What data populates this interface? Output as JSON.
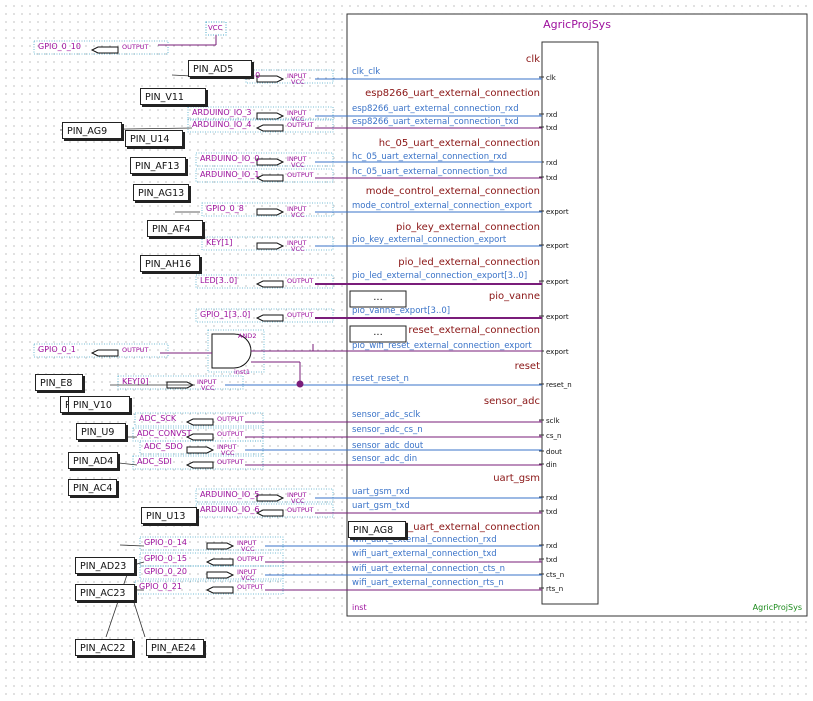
{
  "colors": {
    "wire_blue": "#3a73c8",
    "wire_purple": "#7a1d7a",
    "bus_purple": "#6a0a6a",
    "label_purple": "#9d109d",
    "port_red": "#8a1515",
    "green_text": "#1b8a1b",
    "dashed_box": "#4aa8c8"
  },
  "block": {
    "title": "AgricProjSys",
    "footer_left": "inst",
    "footer_right": "AgricProjSys"
  },
  "groups": [
    {
      "title": "clk",
      "signals": [
        {
          "label": "clk_clk",
          "port": "clk",
          "dir": "in"
        }
      ]
    },
    {
      "title": "esp8266_uart_external_connection",
      "signals": [
        {
          "label": "esp8266_uart_external_connection_rxd",
          "port": "rxd",
          "dir": "in"
        },
        {
          "label": "esp8266_uart_external_connection_txd",
          "port": "txd",
          "dir": "out"
        }
      ]
    },
    {
      "title": "hc_05_uart_external_connection",
      "signals": [
        {
          "label": "hc_05_uart_external_connection_rxd",
          "port": "rxd",
          "dir": "in"
        },
        {
          "label": "hc_05_uart_external_connection_txd",
          "port": "txd",
          "dir": "out"
        }
      ]
    },
    {
      "title": "mode_control_external_connection",
      "signals": [
        {
          "label": "mode_control_external_connection_export",
          "port": "export",
          "dir": "in"
        }
      ]
    },
    {
      "title": "pio_key_external_connection",
      "signals": [
        {
          "label": "pio_key_external_connection_export",
          "port": "export",
          "dir": "in"
        }
      ]
    },
    {
      "title": "pio_led_external_connection",
      "signals": [
        {
          "label": "pio_led_external_connection_export[3..0]",
          "port": "export",
          "dir": "bus"
        }
      ]
    },
    {
      "title": "pio_vanne",
      "signals": [
        {
          "label": "pio_vanne_export[3..0]",
          "port": "export",
          "dir": "bus"
        }
      ]
    },
    {
      "title": "reset_external_connection",
      "signals": [
        {
          "label": "pio_wifi_reset_external_connection_export",
          "port": "export",
          "dir": "out"
        }
      ]
    },
    {
      "title": "reset",
      "signals": [
        {
          "label": "reset_reset_n",
          "port": "reset_n",
          "dir": "in"
        }
      ]
    },
    {
      "title": "sensor_adc",
      "signals": [
        {
          "label": "sensor_adc_sclk",
          "port": "sclk",
          "dir": "out"
        },
        {
          "label": "sensor_adc_cs_n",
          "port": "cs_n",
          "dir": "out"
        },
        {
          "label": "sensor_adc_dout",
          "port": "dout",
          "dir": "in"
        },
        {
          "label": "sensor_adc_din",
          "port": "din",
          "dir": "out"
        }
      ]
    },
    {
      "title": "uart_gsm",
      "signals": [
        {
          "label": "uart_gsm_rxd",
          "port": "rxd",
          "dir": "in"
        },
        {
          "label": "uart_gsm_txd",
          "port": "txd",
          "dir": "out"
        }
      ]
    },
    {
      "title": "wifi_uart_external_connection",
      "signals": [
        {
          "label": "wifi_uart_external_connection_rxd",
          "port": "rxd",
          "dir": "in"
        },
        {
          "label": "wifi_uart_external_connection_txd",
          "port": "txd",
          "dir": "out"
        },
        {
          "label": "wifi_uart_external_connection_cts_n",
          "port": "cts_n",
          "dir": "in"
        },
        {
          "label": "wifi_uart_external_connection_rts_n",
          "port": "rts_n",
          "dir": "out"
        }
      ]
    }
  ],
  "io_pins": [
    {
      "name": "GPIO_0_10",
      "dir": "OUTPUT"
    },
    {
      "name": "50",
      "dir": "INPUT",
      "vcc": "VCC"
    },
    {
      "name": "ARDUINO_IO_3",
      "dir": "INPUT",
      "vcc": "VCC"
    },
    {
      "name": "ARDUINO_IO_4",
      "dir": "OUTPUT"
    },
    {
      "name": "ARDUINO_IO_0",
      "dir": "INPUT",
      "vcc": "VCC"
    },
    {
      "name": "ARDUINO_IO_1",
      "dir": "OUTPUT"
    },
    {
      "name": "GPIO_0_8",
      "dir": "INPUT",
      "vcc": "VCC"
    },
    {
      "name": "KEY[1]",
      "dir": "INPUT",
      "vcc": "VCC"
    },
    {
      "name": "LED[3..0]",
      "dir": "OUTPUT"
    },
    {
      "name": "GPIO_1[3..0]",
      "dir": "OUTPUT"
    },
    {
      "name": "GPIO_0_1",
      "dir": "OUTPUT"
    },
    {
      "name": "KEY[0]",
      "dir": "INPUT",
      "vcc": "VCC"
    },
    {
      "name": "ADC_SCK",
      "dir": "OUTPUT"
    },
    {
      "name": "ADC_CONVST",
      "dir": "OUTPUT"
    },
    {
      "name": "ADC_SDO",
      "dir": "INPUT",
      "vcc": "VCC"
    },
    {
      "name": "ADC_SDI",
      "dir": "OUTPUT"
    },
    {
      "name": "ARDUINO_IO_5",
      "dir": "INPUT",
      "vcc": "VCC"
    },
    {
      "name": "ARDUINO_IO_6",
      "dir": "OUTPUT"
    },
    {
      "name": "GPIO_0_14",
      "dir": "INPUT",
      "vcc": "VCC"
    },
    {
      "name": "GPIO_0_15",
      "dir": "OUTPUT"
    },
    {
      "name": "GPIO_0_20",
      "dir": "INPUT",
      "vcc": "VCC"
    },
    {
      "name": "GPIO_0_21",
      "dir": "OUTPUT"
    }
  ],
  "vcc_symbol": "VCC",
  "gate": {
    "type": "AND2",
    "instance": "inst1"
  },
  "ellipsis": "...",
  "pin_labels": [
    "PIN_AD5",
    "PIN_V11",
    "PIN_AG9",
    "PIN_U14",
    "PIN_AF13",
    "PIN_AG13",
    "PIN_AF4",
    "PIN_AH16",
    "PIN_E8",
    "PIN_V10",
    "PI",
    "PIN_U9",
    "PIN_AD4",
    "PIN_AC4",
    "PIN_U13",
    "PIN_AG8",
    "PIN_AD23",
    "PIN_AC23",
    "PIN_AC22",
    "PIN_AE24"
  ]
}
